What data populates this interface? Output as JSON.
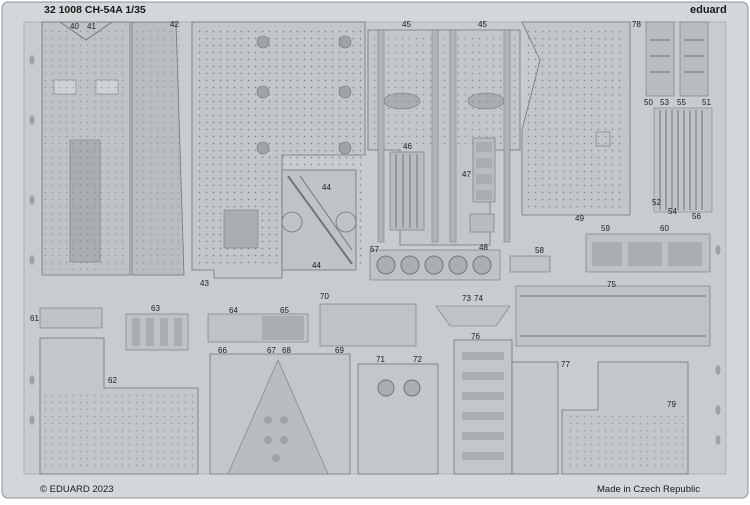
{
  "sheet": {
    "title": "32 1008 CH-54A 1/35",
    "brand": "eduard",
    "copyright": "© EDUARD 2023",
    "origin": "Made in Czech Republic"
  },
  "colors": {
    "plate": "#c9ccce",
    "frame": "#d8dadc",
    "part": "#bfc3c5",
    "part_dark": "#a9aeb1",
    "line": "#6f7679",
    "rivet": "#7b8285"
  },
  "parts": {
    "p40": "40",
    "p41": "41",
    "p42": "42",
    "p43": "43",
    "p44a": "44",
    "p44b": "44",
    "p45a": "45",
    "p45b": "45",
    "p46": "46",
    "p47": "47",
    "p48": "48",
    "p49": "49",
    "p50": "50",
    "p51": "51",
    "p52": "52",
    "p53": "53",
    "p54": "54",
    "p55": "55",
    "p56": "56",
    "p57": "57",
    "p58": "58",
    "p59": "59",
    "p60": "60",
    "p61": "61",
    "p62": "62",
    "p63": "63",
    "p64": "64",
    "p65": "65",
    "p66": "66",
    "p67": "67",
    "p68": "68",
    "p69": "69",
    "p70": "70",
    "p71": "71",
    "p72": "72",
    "p73": "73",
    "p74": "74",
    "p75": "75",
    "p76": "76",
    "p77": "77",
    "p78": "78",
    "p79": "79"
  }
}
